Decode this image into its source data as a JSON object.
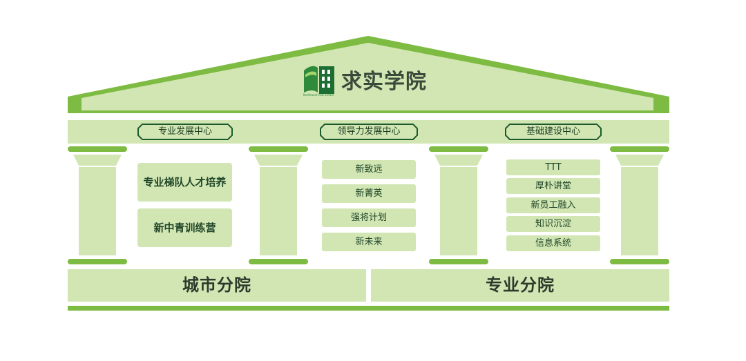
{
  "logo": {
    "name": "求实学院",
    "mark_small_text": "Northwest Real Estate",
    "icon": "book-building-icon"
  },
  "colors": {
    "accent_green": "#7dbb42",
    "light_green": "#d2e6b4",
    "dark_green": "#1c5a2e",
    "text_dark": "#2b3a2b"
  },
  "centers": [
    {
      "label": "专业发展中心",
      "programs": [
        "专业梯队人才培养",
        "新中青训练营"
      ]
    },
    {
      "label": "领导力发展中心",
      "programs": [
        "新致远",
        "新菁英",
        "强将计划",
        "新未来"
      ]
    },
    {
      "label": "基础建设中心",
      "programs": [
        "TTT",
        "厚朴讲堂",
        "新员工融入",
        "知识沉淀",
        "信息系统"
      ]
    }
  ],
  "branches": [
    "城市分院",
    "专业分院"
  ]
}
